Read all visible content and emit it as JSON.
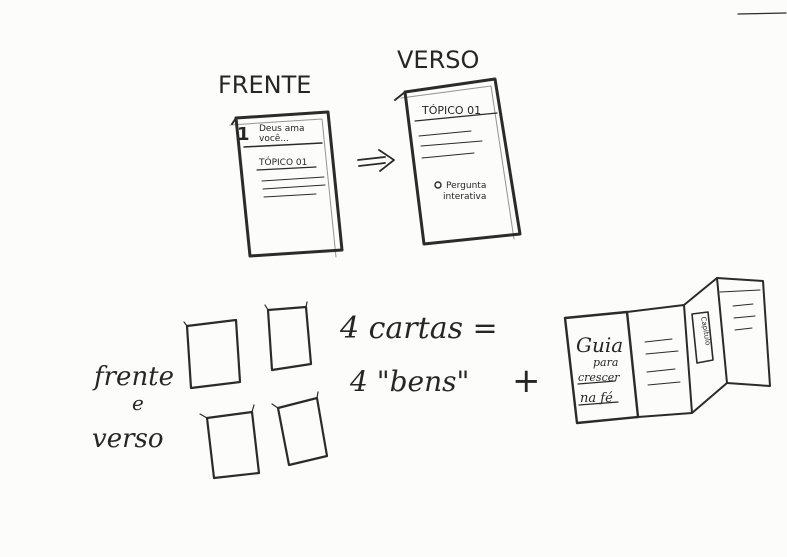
{
  "headings": {
    "front": "FRENTE",
    "back": "VERSO"
  },
  "front_card": {
    "number": "1",
    "line1": "Deus ama",
    "line2": "você...",
    "topic": "TÓPICO 01"
  },
  "back_card": {
    "topic": "TÓPICO 01",
    "question_line1": "Pergunta",
    "question_line2": "interativa"
  },
  "cards_section": {
    "label_line1": "frente",
    "label_line2": "e",
    "label_line3": "verso",
    "count_line1": "4 cartas =",
    "count_line2": "4 \"bens\"",
    "plus": "+"
  },
  "guide": {
    "line1": "Guia",
    "line2": "para",
    "line3": "crescer",
    "line4": "na fé",
    "tab": "Capítulo"
  }
}
